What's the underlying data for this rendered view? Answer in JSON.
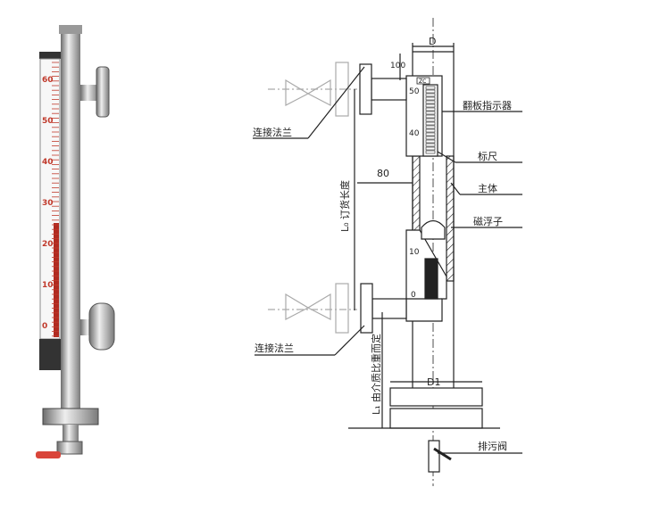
{
  "photo": {
    "scale_numbers": [
      "60",
      "50",
      "40",
      "30",
      "20",
      "10",
      "0"
    ],
    "accent_color": "#c0392b"
  },
  "diagram": {
    "labels": {
      "top_flange": "连接法兰",
      "indicator": "翻板指示器",
      "scale": "标尺",
      "body": "主体",
      "float": "磁浮子",
      "bottom_flange": "连接法兰",
      "drain_valve": "排污阀"
    },
    "dimensions": {
      "D": "D",
      "top_offset": "100",
      "center_distance": "80",
      "L0": "L₀ 订货长度",
      "L1": "L₁ 由介质比重而定",
      "D1": "D1"
    },
    "scale_marks": {
      "upper": [
        "50",
        "40"
      ],
      "lower": [
        "10",
        "0"
      ]
    },
    "badge": "ZC"
  }
}
